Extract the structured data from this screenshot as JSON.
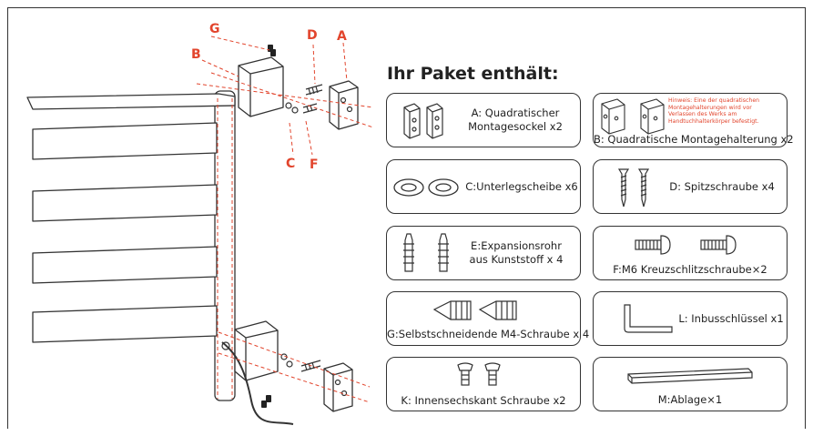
{
  "heading": "Ihr Paket enthält:",
  "callouts": [
    "G",
    "B",
    "D",
    "A",
    "C",
    "F"
  ],
  "parts": [
    {
      "id": "A",
      "label_lines": [
        "A: Quadratischer",
        "Montagesockel x2"
      ],
      "icon": "square-base-icon"
    },
    {
      "id": "B",
      "label": "B: Quadratische Montagehalterung x2",
      "icon": "square-bracket-icon",
      "hint_lines": [
        "Hinweis: Eine der quadratischen",
        "Montagehalterungen wird vor",
        "Verlassen des Werks am",
        "Handtuchhalterkörper befestigt."
      ]
    },
    {
      "id": "C",
      "label": "C:Unterlegscheibe x6",
      "icon": "washer-icon"
    },
    {
      "id": "D",
      "label": "D: Spitzschraube x4",
      "icon": "pointed-screw-icon"
    },
    {
      "id": "E",
      "label_lines": [
        "E:Expansionsrohr",
        "aus Kunststoff x 4"
      ],
      "icon": "wall-plug-icon"
    },
    {
      "id": "F",
      "label": "F:M6 Kreuzschlitzschraube×2",
      "icon": "phillips-screw-icon"
    },
    {
      "id": "G",
      "label": "G:Selbstschneidende M4-Schraube x 4",
      "icon": "self-tapping-screw-icon"
    },
    {
      "id": "L",
      "label": "L: Inbusschlüssel x1",
      "icon": "hex-key-icon"
    },
    {
      "id": "K",
      "label": "K: Innensechskant Schraube x2",
      "icon": "hex-socket-screw-icon"
    },
    {
      "id": "M",
      "label": "M:Ablage×1",
      "icon": "shelf-icon"
    }
  ],
  "colors": {
    "accent": "#e2452d",
    "line": "#333333"
  }
}
